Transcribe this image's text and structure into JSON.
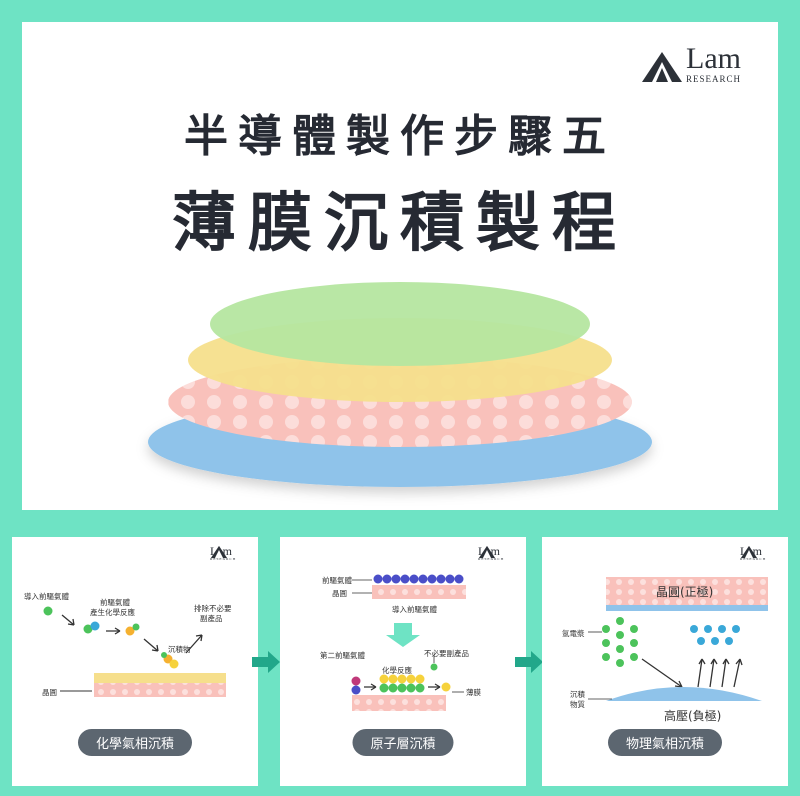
{
  "brand": {
    "name": "Lam",
    "sub": "RESEARCH"
  },
  "hero": {
    "title_line1": "半導體製作步驟五",
    "title_line2": "薄膜沉積製程",
    "colors": {
      "layer_top": "#b5e6a0",
      "layer_2": "#f6df8c",
      "layer_3": "#f9c1bb",
      "layer_bottom": "#8fc3ea"
    }
  },
  "panels": [
    {
      "title": "化學氣相沉積",
      "labels": {
        "import_gas": "導入前驅氣體",
        "precursor_1": "前驅氣體",
        "precursor_2": "產生化學反應",
        "byproduct_1": "排除不必要",
        "byproduct_2": "副產品",
        "deposit": "沉積物",
        "wafer": "晶圓"
      }
    },
    {
      "title": "原子層沉積",
      "labels": {
        "precursor": "前驅氣體",
        "wafer": "晶圓",
        "import_gas": "導入前驅氣體",
        "second_gas": "第二前驅氣體",
        "byproduct": "不必要副產品",
        "reaction": "化學反應",
        "film": "薄膜"
      }
    },
    {
      "title": "物理氣相沉積",
      "labels": {
        "wafer": "晶圓(正極)",
        "argon": "氬電漿",
        "deposit_1": "沉積",
        "deposit_2": "物質",
        "target": "高壓(負極)"
      }
    }
  ]
}
